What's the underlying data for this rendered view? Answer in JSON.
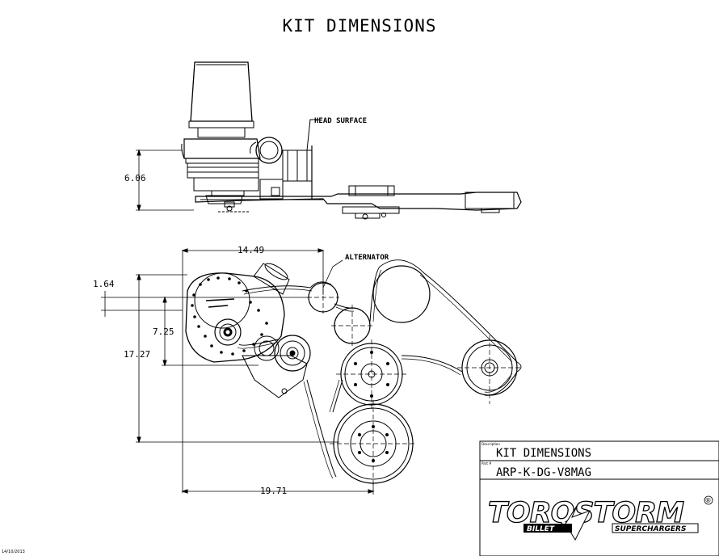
{
  "title": "KIT DIMENSIONS",
  "side_view": {
    "head_surface_label": "HEAD SURFACE",
    "height_dim": "6.06"
  },
  "front_view": {
    "alternator_label": "ALTERNATOR",
    "dim_top_width": "14.49",
    "dim_offset": "1.64",
    "dim_pulley_height": "7.25",
    "dim_total_height": "17.27",
    "dim_total_width": "19.71"
  },
  "title_block": {
    "description_caption": "Description",
    "description": "KIT DIMENSIONS",
    "part_caption": "Part #",
    "part_number": "ARP-K-DG-V8MAG"
  },
  "logo": {
    "text_main": "TORQSTORM",
    "text_billet": "BILLET",
    "text_sub": "SUPERCHARGERS",
    "registered": "®"
  },
  "date": "14/10/2013"
}
